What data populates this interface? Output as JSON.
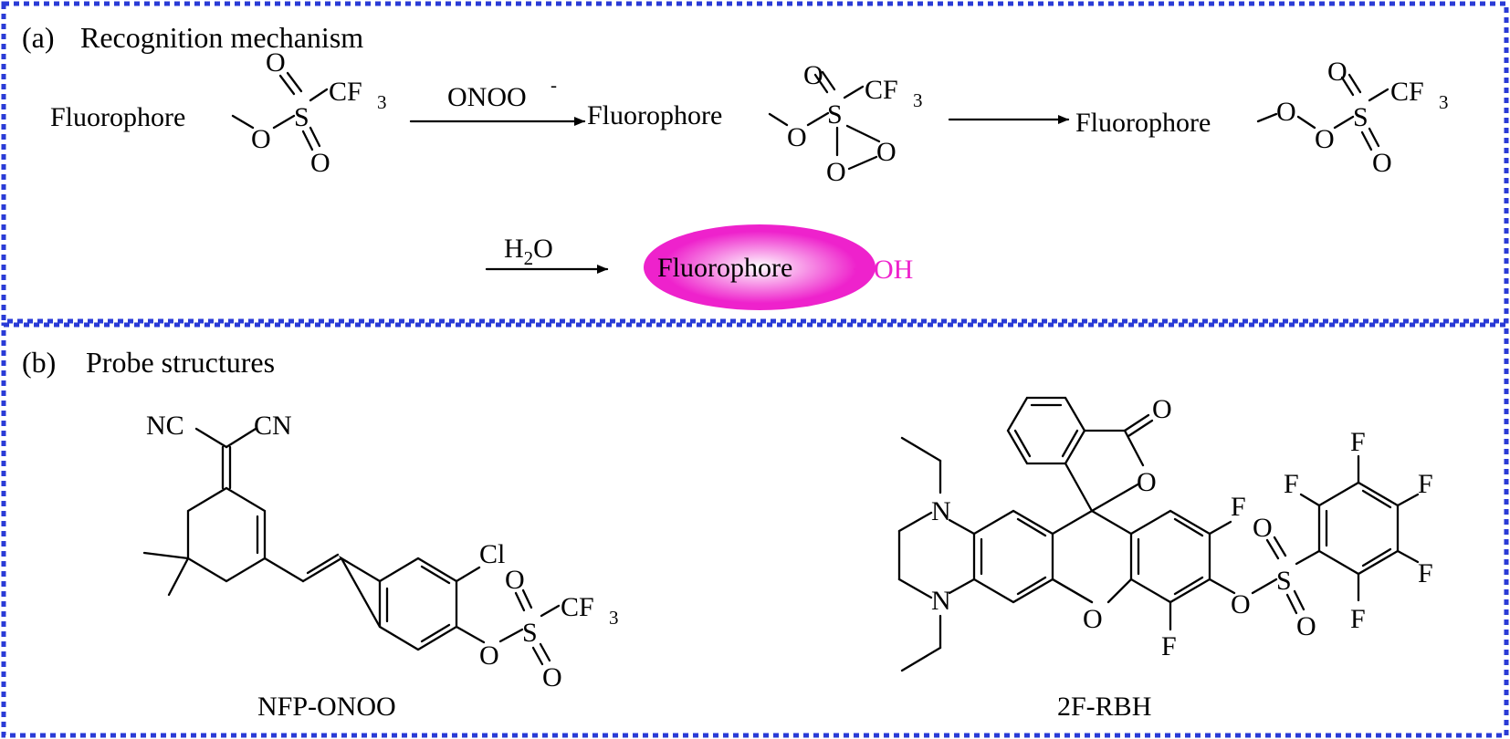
{
  "colors": {
    "frame": "#2a3bd6",
    "highlight": "#ee22cc",
    "ink": "#000000"
  },
  "panel_a": {
    "label": "(a)",
    "title": "Recognition mechanism",
    "fluorophore": "Fluorophore",
    "reagent1": "ONOO",
    "reagent1_charge": "-",
    "reagent2_main": "H",
    "reagent2_sub": "2",
    "reagent2_tail": "O",
    "product_label": "Fluorophore",
    "product_group": "OH",
    "atoms": {
      "O": "O",
      "S": "S",
      "C": "CF",
      "sub3": "3"
    }
  },
  "panel_b": {
    "label": "(b)",
    "title": "Probe structures",
    "probe1_name": "NFP-ONOO",
    "probe2_name": "2F-RBH",
    "atoms": {
      "NC": "NC",
      "CN": "CN",
      "Cl": "Cl",
      "N": "N",
      "F": "F",
      "O": "O",
      "S": "S",
      "CF": "CF",
      "sub3": "3"
    }
  }
}
